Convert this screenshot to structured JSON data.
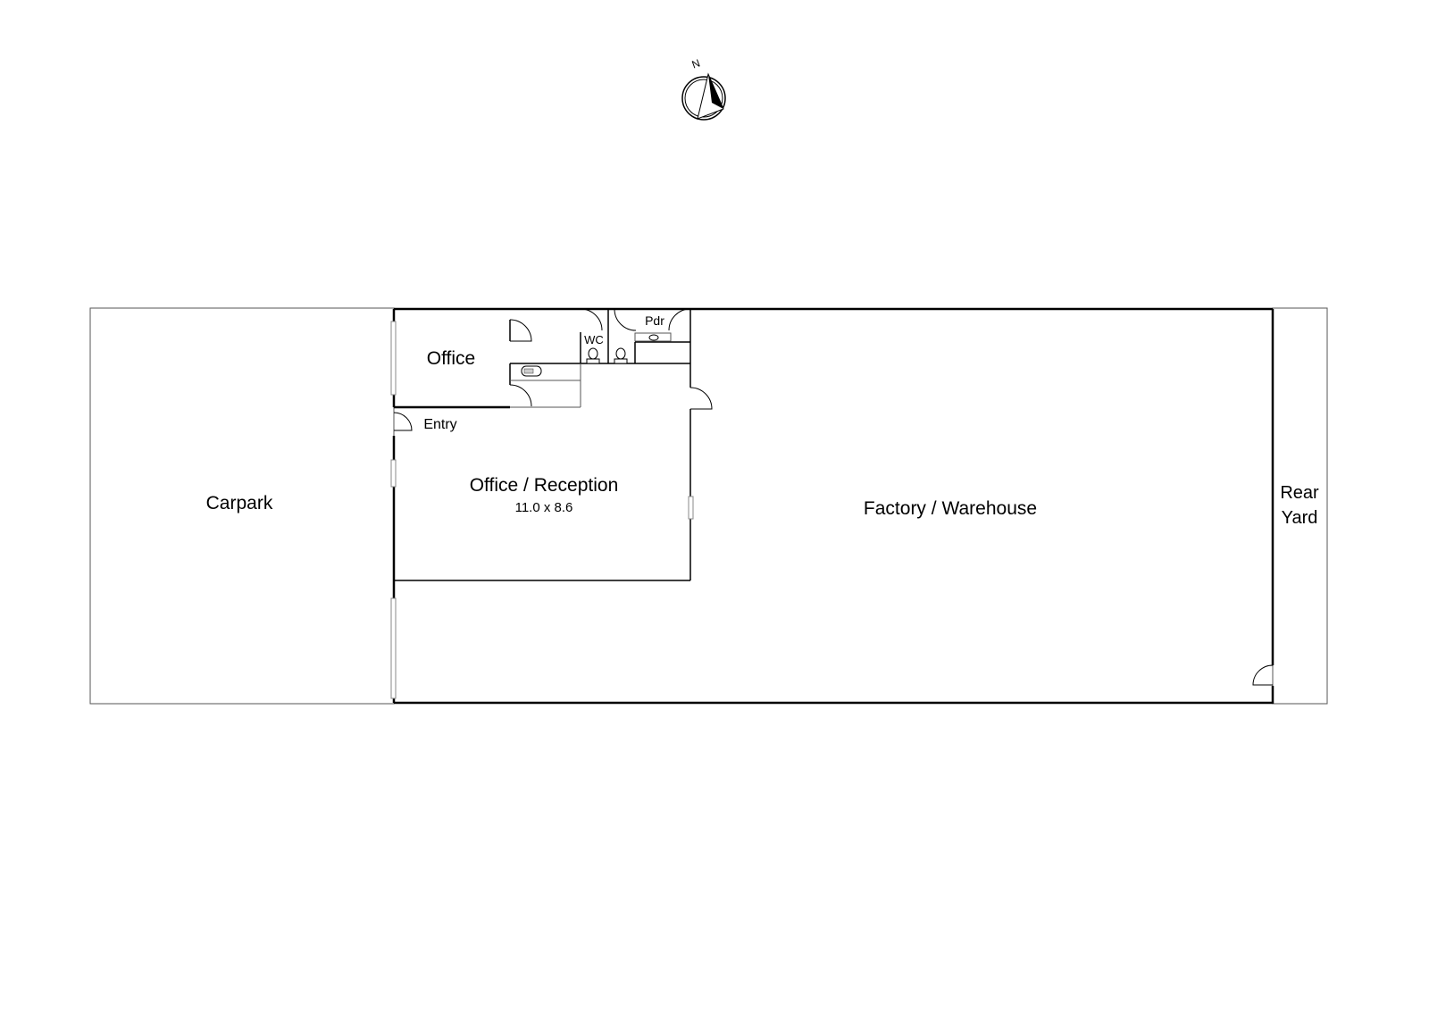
{
  "compass": {
    "label": "N"
  },
  "rooms": {
    "carpark": "Carpark",
    "office": "Office",
    "wc": "WC",
    "pdr": "Pdr",
    "entry": "Entry",
    "reception": "Office / Reception",
    "reception_size": "11.0 x 8.6",
    "factory": "Factory / Warehouse",
    "rear_yard_line1": "Rear",
    "rear_yard_line2": "Yard"
  }
}
